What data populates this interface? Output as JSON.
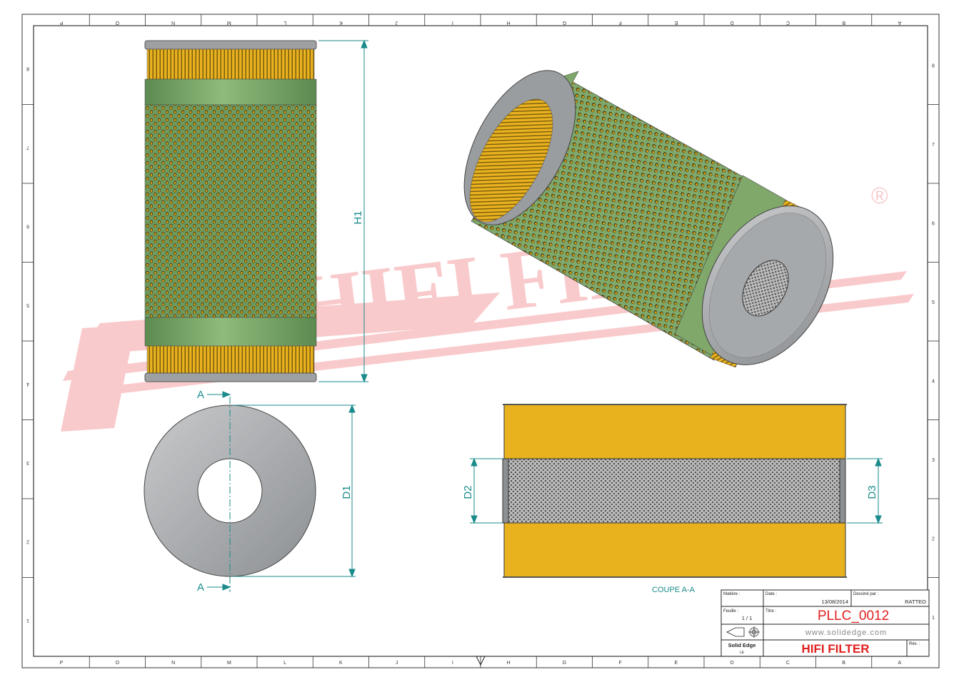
{
  "border": {
    "top_zones": [
      "P",
      "O",
      "N",
      "M",
      "L",
      "K",
      "J",
      "I",
      "H",
      "G",
      "F",
      "E",
      "D",
      "C",
      "B",
      "A"
    ],
    "bottom_zones": [
      "P",
      "O",
      "N",
      "M",
      "L",
      "K",
      "J",
      "I",
      "H",
      "G",
      "F",
      "E",
      "D",
      "C",
      "B",
      "A"
    ],
    "left_zones": [
      "8",
      "7",
      "6",
      "5",
      "4",
      "3",
      "2",
      "1"
    ],
    "right_zones": [
      "8",
      "7",
      "6",
      "5",
      "4",
      "3",
      "2",
      "1"
    ]
  },
  "watermark": {
    "text": "HIFI FILTER",
    "registered_mark": "®",
    "color": "#e8303a"
  },
  "views": {
    "front": {
      "dimension_label": "H1"
    },
    "top": {
      "section_marker_top": "A",
      "section_marker_bottom": "A",
      "dimension_label": "D1"
    },
    "section": {
      "caption": "COUPE A-A",
      "dim_left": "D2",
      "dim_right": "D3"
    }
  },
  "colors": {
    "media_yellow": "#e8b21e",
    "sleeve_green": "#7fa86a",
    "cap_grey": "#a9acaf",
    "dimension_teal": "#1a8a8a",
    "title_red": "#e02020"
  },
  "title_block": {
    "matiere_label": "Matière :",
    "date_label": "Date :",
    "date_value": "13/08/2014",
    "dessine_label": "Dessiné par :",
    "dessine_value": "RATTEO",
    "feuille_label": "Feuille :",
    "feuille_value": "1 / 1",
    "titre_label": "Titre :",
    "title": "PLLC_0012",
    "website": "www.solidedge.com",
    "software": "Solid Edge",
    "software_sub": "LE",
    "company": "HIFI FILTER",
    "rev_label": "Rév. :"
  }
}
